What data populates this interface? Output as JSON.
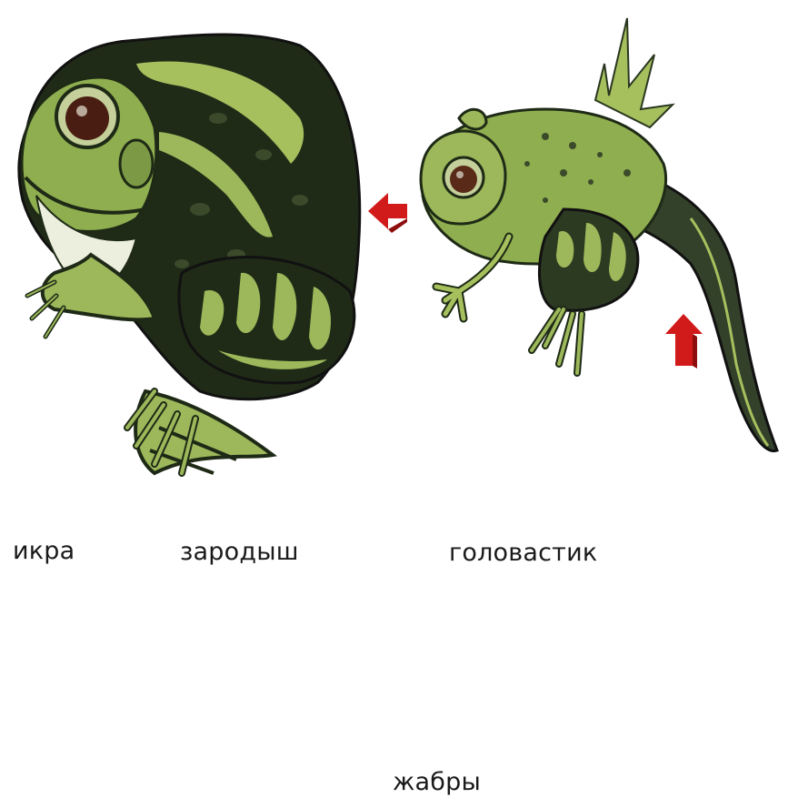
{
  "diagram": {
    "labels": {
      "eggs": "икра",
      "embryo": "зародыш",
      "tadpole": "головастик",
      "gills": "жабры"
    },
    "stages": [
      {
        "name": "eggs-icon"
      },
      {
        "name": "embryo-icon"
      },
      {
        "name": "young-tadpole-icon"
      },
      {
        "name": "tadpole-with-legs-icon"
      },
      {
        "name": "froglet-icon"
      },
      {
        "name": "adult-frog-icon"
      }
    ],
    "colors": {
      "arrow": "#d11a1a",
      "frog_dark": "#1e2a16",
      "frog_light": "#9cb85a",
      "belly": "#e9ecd8",
      "tadpole": "#2a2d26",
      "egg": "#d9d9d9"
    }
  }
}
